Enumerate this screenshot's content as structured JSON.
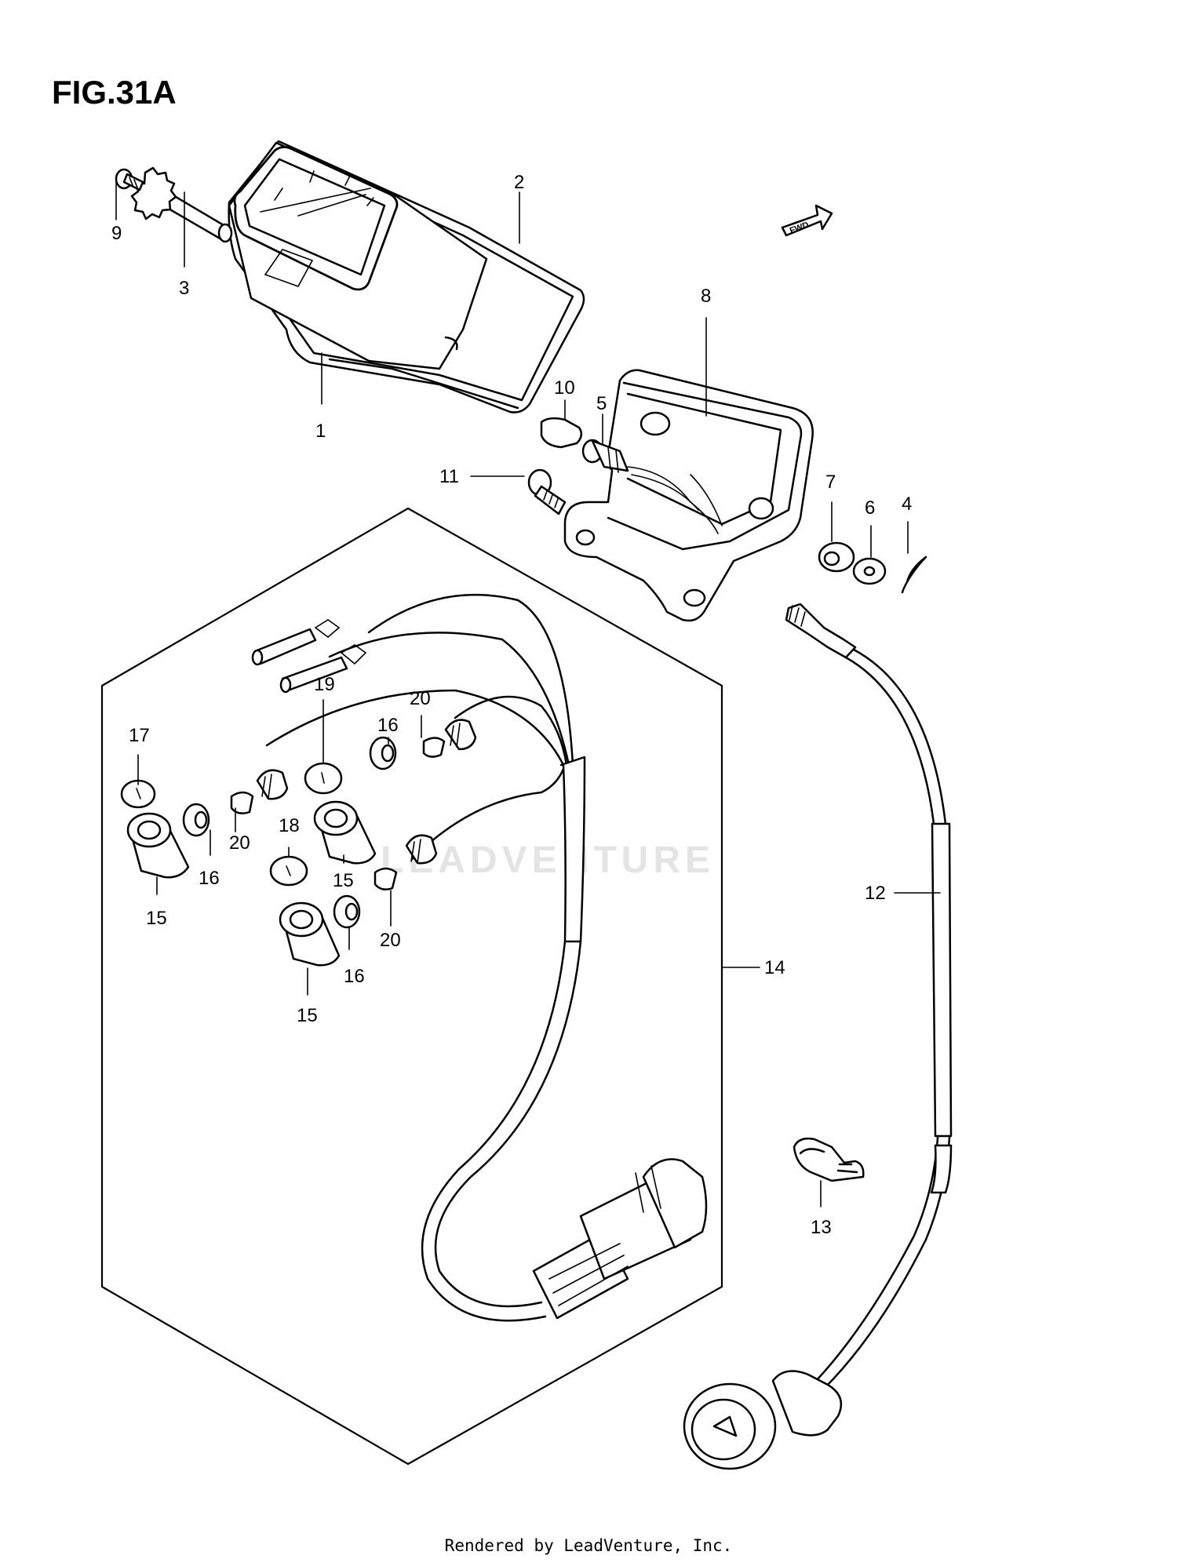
{
  "figure": {
    "title": "FIG.31A",
    "fwd_label": "FWD",
    "watermark": "LEADVENTURE",
    "credit": "Rendered by LeadVenture, Inc."
  },
  "callouts": {
    "c1": "1",
    "c2": "2",
    "c3": "3",
    "c4": "4",
    "c5": "5",
    "c6": "6",
    "c7": "7",
    "c8": "8",
    "c9": "9",
    "c10": "10",
    "c11": "11",
    "c12": "12",
    "c13": "13",
    "c14": "14",
    "c15a": "15",
    "c15b": "15",
    "c15c": "15",
    "c16a": "16",
    "c16b": "16",
    "c16c": "16",
    "c17": "17",
    "c18": "18",
    "c19": "19",
    "c20a": "20",
    "c20b": "20",
    "c20c": "20"
  },
  "icons": {
    "fwd": "fwd-arrow-icon"
  }
}
